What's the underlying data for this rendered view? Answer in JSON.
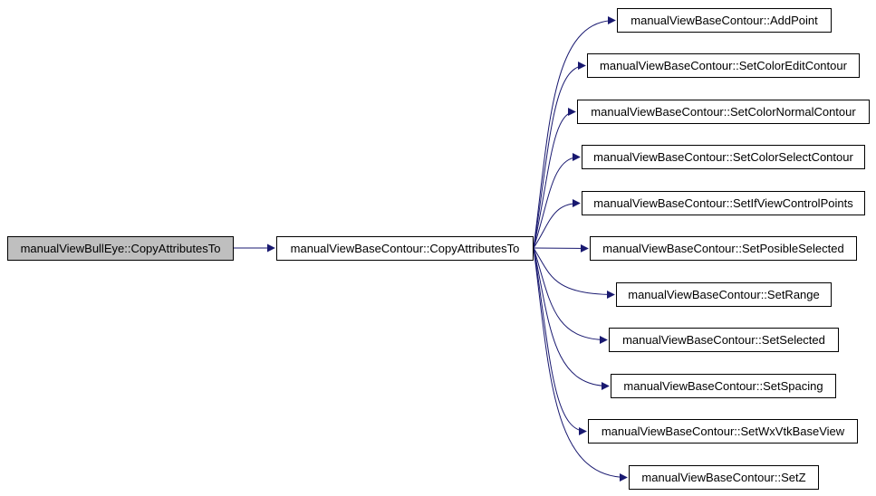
{
  "colors": {
    "edge": "#191970",
    "root_fill": "#bfbfbf",
    "node_fill": "#ffffff",
    "border": "#000000"
  },
  "graph": {
    "root": "manualViewBullEye::CopyAttributesTo",
    "middle": "manualViewBaseContour::CopyAttributesTo",
    "callees": [
      "manualViewBaseContour::AddPoint",
      "manualViewBaseContour::SetColorEditContour",
      "manualViewBaseContour::SetColorNormalContour",
      "manualViewBaseContour::SetColorSelectContour",
      "manualViewBaseContour::SetIfViewControlPoints",
      "manualViewBaseContour::SetPosibleSelected",
      "manualViewBaseContour::SetRange",
      "manualViewBaseContour::SetSelected",
      "manualViewBaseContour::SetSpacing",
      "manualViewBaseContour::SetWxVtkBaseView",
      "manualViewBaseContour::SetZ"
    ]
  }
}
